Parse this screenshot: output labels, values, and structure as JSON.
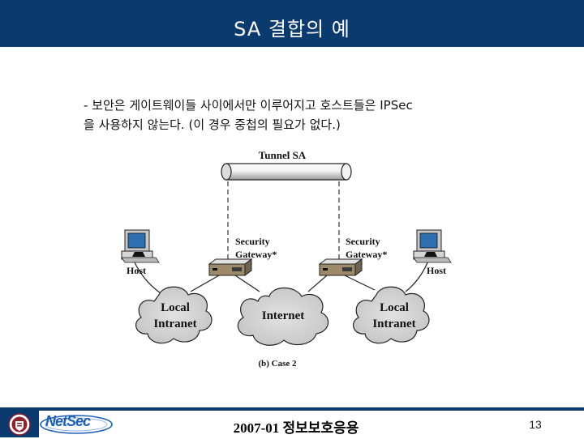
{
  "slide": {
    "title": "SA 결합의 예",
    "body_line1": "- 보안은 게이트웨이들 사이에서만 이루어지고 호스트들은 IPSec",
    "body_line2": "을 사용하지 않는다. (이 경우 중첩의 필요가 없다.)"
  },
  "diagram": {
    "tunnel_label": "Tunnel SA",
    "gateway_label_line1": "Security",
    "gateway_label_line2": "Gateway*",
    "host_label": "Host",
    "cloud_left_line1": "Local",
    "cloud_left_line2": "Intranet",
    "cloud_center": "Internet",
    "cloud_right_line1": "Local",
    "cloud_right_line2": "Intranet",
    "caption": "(b) Case 2"
  },
  "footer": {
    "center_text": "2007-01 정보보호응용",
    "page_number": "13",
    "logo_text": "NetSec",
    "brand_color": "#0b3a6e",
    "logo_color": "#1c5fb5"
  }
}
